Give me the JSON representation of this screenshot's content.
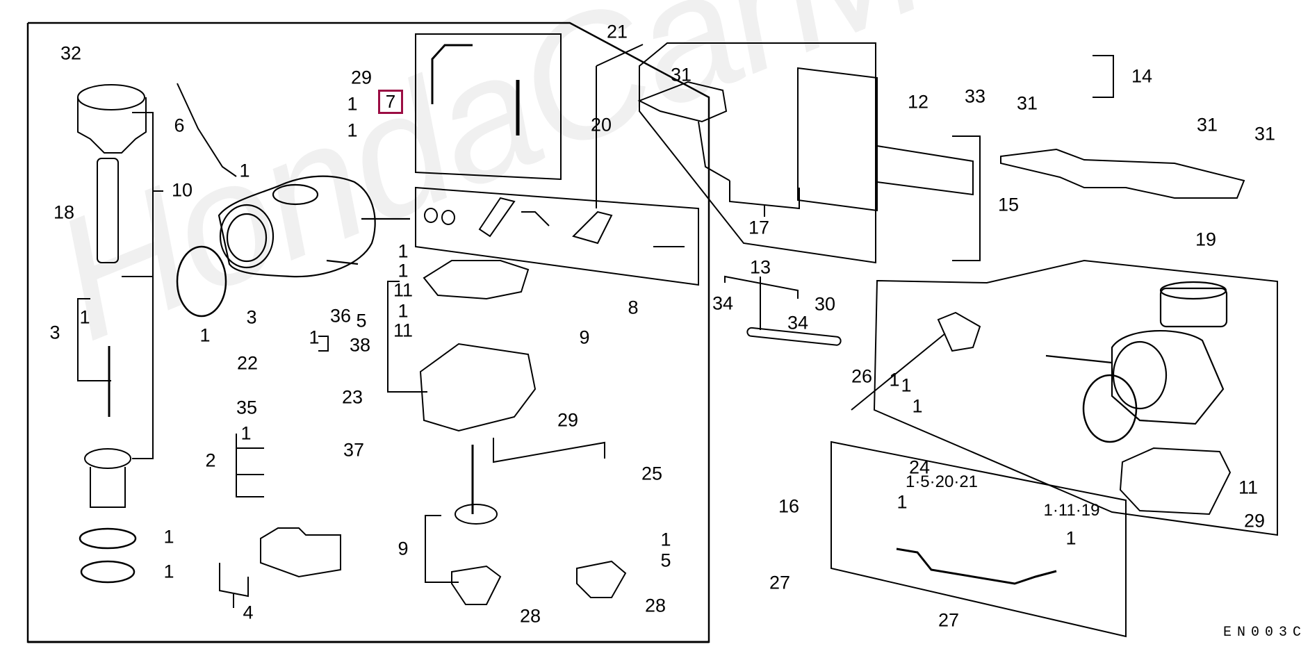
{
  "diagram": {
    "title": "Carburetor exploded parts diagram",
    "watermark": "HondaCarMine.ru",
    "figure_code": "EN003C",
    "highlight_color": "#9b0d43",
    "highlighted_callout": "7"
  },
  "callouts": [
    {
      "id": "c32",
      "text": "32"
    },
    {
      "id": "c29a",
      "text": "29"
    },
    {
      "id": "c1a",
      "text": "1"
    },
    {
      "id": "c1b",
      "text": "1"
    },
    {
      "id": "c7",
      "text": "7"
    },
    {
      "id": "c6",
      "text": "6"
    },
    {
      "id": "c1c",
      "text": "1"
    },
    {
      "id": "c10",
      "text": "10"
    },
    {
      "id": "c18",
      "text": "18"
    },
    {
      "id": "c1d",
      "text": "1"
    },
    {
      "id": "c3a",
      "text": "3"
    },
    {
      "id": "c1e",
      "text": "1"
    },
    {
      "id": "c1f",
      "text": "1"
    },
    {
      "id": "c1g",
      "text": "1"
    },
    {
      "id": "c3b",
      "text": "3"
    },
    {
      "id": "c36",
      "text": "36"
    },
    {
      "id": "c1h",
      "text": "1"
    },
    {
      "id": "c38",
      "text": "38"
    },
    {
      "id": "c22",
      "text": "22"
    },
    {
      "id": "c23",
      "text": "23"
    },
    {
      "id": "c35",
      "text": "35"
    },
    {
      "id": "c1i",
      "text": "1"
    },
    {
      "id": "c2",
      "text": "2"
    },
    {
      "id": "c37",
      "text": "37"
    },
    {
      "id": "c4",
      "text": "4"
    },
    {
      "id": "c5a",
      "text": "5"
    },
    {
      "id": "c1j",
      "text": "1"
    },
    {
      "id": "c11a",
      "text": "11"
    },
    {
      "id": "c1k",
      "text": "1"
    },
    {
      "id": "c11b",
      "text": "11"
    },
    {
      "id": "c9a",
      "text": "9"
    },
    {
      "id": "c29b",
      "text": "29"
    },
    {
      "id": "c25",
      "text": "25"
    },
    {
      "id": "c9b",
      "text": "9"
    },
    {
      "id": "c28a",
      "text": "28"
    },
    {
      "id": "c28b",
      "text": "28"
    },
    {
      "id": "c1l",
      "text": "1"
    },
    {
      "id": "c5b",
      "text": "5"
    },
    {
      "id": "c8",
      "text": "8"
    },
    {
      "id": "c1m",
      "text": "1"
    },
    {
      "id": "c21",
      "text": "21"
    },
    {
      "id": "c20",
      "text": "20"
    },
    {
      "id": "c31a",
      "text": "31"
    },
    {
      "id": "c17",
      "text": "17"
    },
    {
      "id": "c12",
      "text": "12"
    },
    {
      "id": "c33",
      "text": "33"
    },
    {
      "id": "c31b",
      "text": "31"
    },
    {
      "id": "c14",
      "text": "14"
    },
    {
      "id": "c31c",
      "text": "31"
    },
    {
      "id": "c31d",
      "text": "31"
    },
    {
      "id": "c15",
      "text": "15"
    },
    {
      "id": "c19",
      "text": "19"
    },
    {
      "id": "c13",
      "text": "13"
    },
    {
      "id": "c34a",
      "text": "34"
    },
    {
      "id": "c34b",
      "text": "34"
    },
    {
      "id": "c30",
      "text": "30"
    },
    {
      "id": "c26",
      "text": "26"
    },
    {
      "id": "c1n",
      "text": "1"
    },
    {
      "id": "c1o",
      "text": "1"
    },
    {
      "id": "c1p",
      "text": "1"
    },
    {
      "id": "c24",
      "text": "24"
    },
    {
      "id": "c11c",
      "text": "11"
    },
    {
      "id": "c29c",
      "text": "29"
    },
    {
      "id": "c16",
      "text": "16"
    },
    {
      "id": "c1q",
      "text": "1·5·20·21"
    },
    {
      "id": "c1r",
      "text": "1"
    },
    {
      "id": "c1s",
      "text": "1·11·19"
    },
    {
      "id": "c1t",
      "text": "1"
    },
    {
      "id": "c27a",
      "text": "27"
    },
    {
      "id": "c27b",
      "text": "27"
    }
  ]
}
